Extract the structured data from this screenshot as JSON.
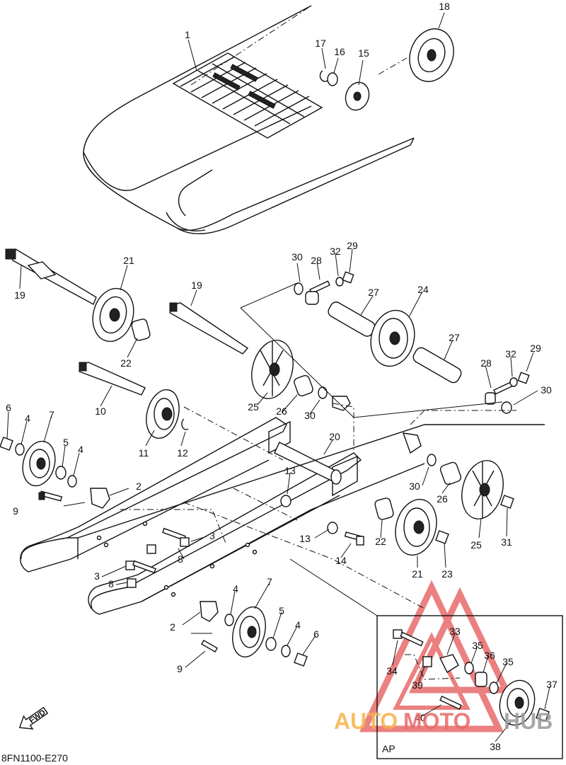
{
  "diagram": {
    "code": "8FN1100-E270",
    "fwd_label": "FWD",
    "ap_label": "AP",
    "watermark": {
      "left": "AUTO",
      "mid": "MOTO",
      "right": "HUB",
      "accent": "#e86a6a",
      "orange": "#f6b24a",
      "grey": "#9a9a9a"
    },
    "callouts": {
      "c1": "1",
      "c2a": "2",
      "c2b": "2",
      "c3a": "3",
      "c3b": "3",
      "c4a": "4",
      "c4b": "4",
      "c4c": "4",
      "c4d": "4",
      "c5a": "5",
      "c5b": "5",
      "c6a": "6",
      "c6b": "6",
      "c7a": "7",
      "c7b": "7",
      "c8a": "8",
      "c8b": "8",
      "c9a": "9",
      "c9b": "9",
      "c10": "10",
      "c11": "11",
      "c12": "12",
      "c13a": "13",
      "c13b": "13",
      "c14": "14",
      "c15": "15",
      "c16": "16",
      "c17": "17",
      "c18": "18",
      "c19a": "19",
      "c19b": "19",
      "c20": "20",
      "c21a": "21",
      "c21b": "21",
      "c22a": "22",
      "c22b": "22",
      "c23": "23",
      "c24": "24",
      "c25a": "25",
      "c25b": "25",
      "c26a": "26",
      "c26b": "26",
      "c27a": "27",
      "c27b": "27",
      "c28a": "28",
      "c28b": "28",
      "c29a": "29",
      "c29b": "29",
      "c30a": "30",
      "c30b": "30",
      "c30c": "30",
      "c30d": "30",
      "c31": "31",
      "c32a": "32",
      "c32b": "32",
      "c33": "33",
      "c34": "34",
      "c35a": "35",
      "c35b": "35",
      "c36": "36",
      "c37": "37",
      "c38": "38",
      "c39": "39",
      "c40": "40"
    }
  }
}
